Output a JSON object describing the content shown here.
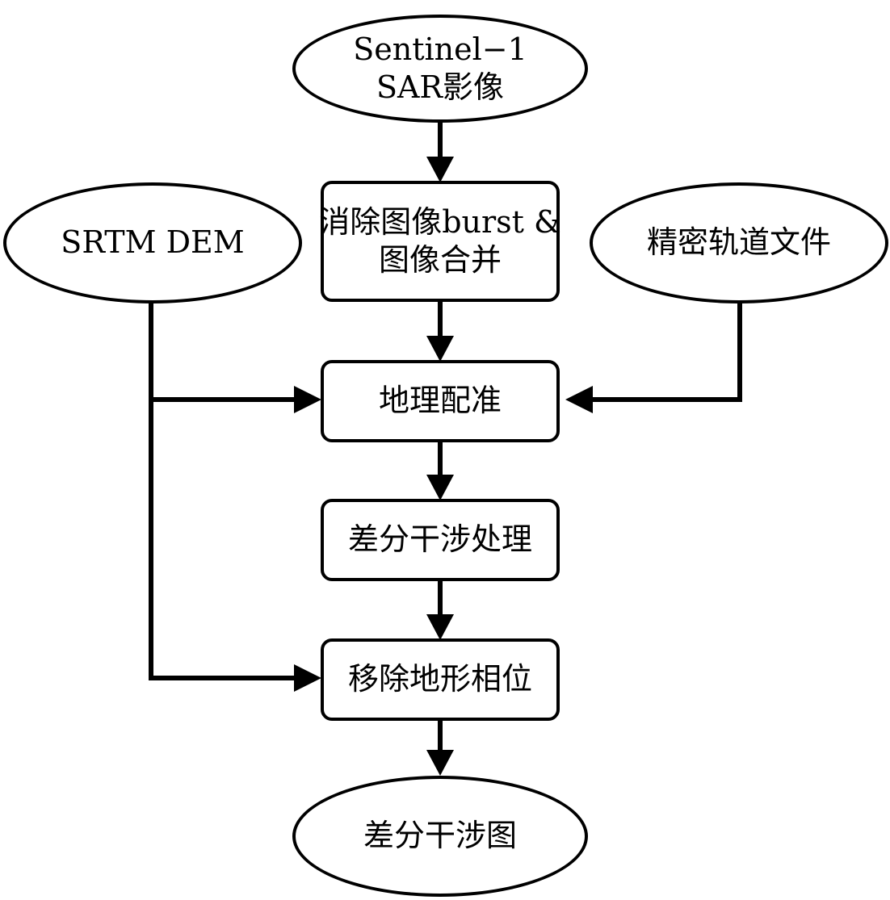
{
  "diagram": {
    "nodes": {
      "sentinel": {
        "line1": "Sentinel−1",
        "line2": "SAR影像"
      },
      "srtm": {
        "label": "SRTM DEM"
      },
      "orbit": {
        "label": "精密轨道文件"
      },
      "debursting": {
        "line1": "消除图像burst &",
        "line2": "图像合并"
      },
      "coregistration": {
        "label": "地理配准"
      },
      "interferometry": {
        "label": "差分干涉处理"
      },
      "topo_removal": {
        "label": "移除地形相位"
      },
      "interferogram": {
        "label": "差分干涉图"
      }
    },
    "edges": [
      {
        "from": "Sentinel−1 SAR影像",
        "to": "消除图像burst & 图像合并"
      },
      {
        "from": "消除图像burst & 图像合并",
        "to": "地理配准"
      },
      {
        "from": "SRTM DEM",
        "to": "地理配准"
      },
      {
        "from": "精密轨道文件",
        "to": "地理配准"
      },
      {
        "from": "地理配准",
        "to": "差分干涉处理"
      },
      {
        "from": "差分干涉处理",
        "to": "移除地形相位"
      },
      {
        "from": "SRTM DEM",
        "to": "移除地形相位"
      },
      {
        "from": "移除地形相位",
        "to": "差分干涉图"
      }
    ]
  }
}
